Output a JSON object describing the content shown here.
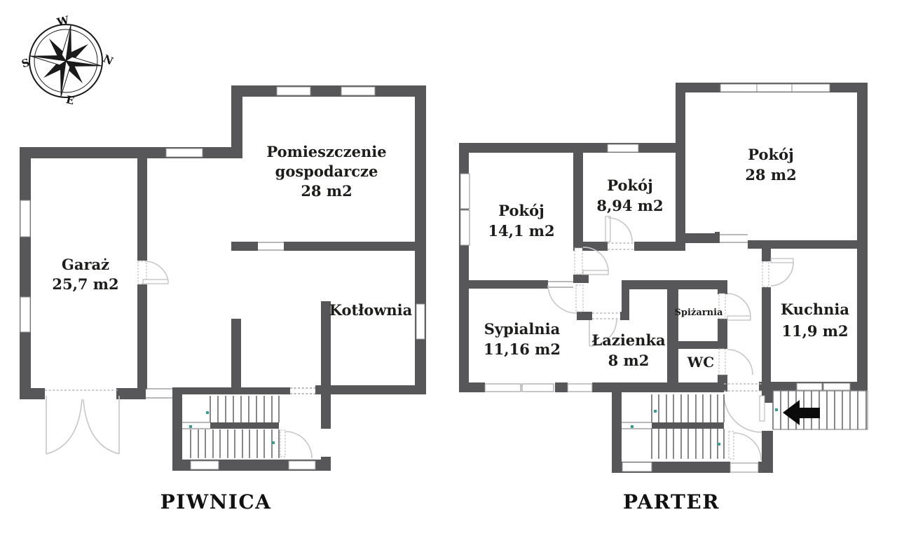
{
  "compass": {
    "w": "W",
    "n": "N",
    "s": "S",
    "e": "E"
  },
  "piwnica": {
    "title": "PIWNICA",
    "rooms": {
      "gospodarcze": {
        "line1": "Pomieszczenie",
        "line2": "gospodarcze",
        "area": "28 m2"
      },
      "garaz": {
        "name": "Garaż",
        "area": "25,7 m2"
      },
      "kotlownia": {
        "name": "Kotłownia"
      }
    }
  },
  "parter": {
    "title": "PARTER",
    "rooms": {
      "pokoj_a": {
        "name": "Pokój",
        "area": "14,1 m2"
      },
      "pokoj_b": {
        "name": "Pokój",
        "area": "8,94 m2"
      },
      "pokoj_c": {
        "name": "Pokój",
        "area": "28 m2"
      },
      "sypialnia": {
        "name": "Sypialnia",
        "area": "11,16 m2"
      },
      "lazienka": {
        "name": "Łazienka",
        "area": "8 m2"
      },
      "spizarnia": {
        "name": "Spiżarnia"
      },
      "wc": {
        "name": "WC"
      },
      "kuchnia": {
        "name": "Kuchnia",
        "area": "11,9 m2"
      }
    }
  },
  "colors": {
    "wall": "#57575a",
    "stair_mark": "#35a08f",
    "entrance_arrow": "#0a0a0a"
  }
}
